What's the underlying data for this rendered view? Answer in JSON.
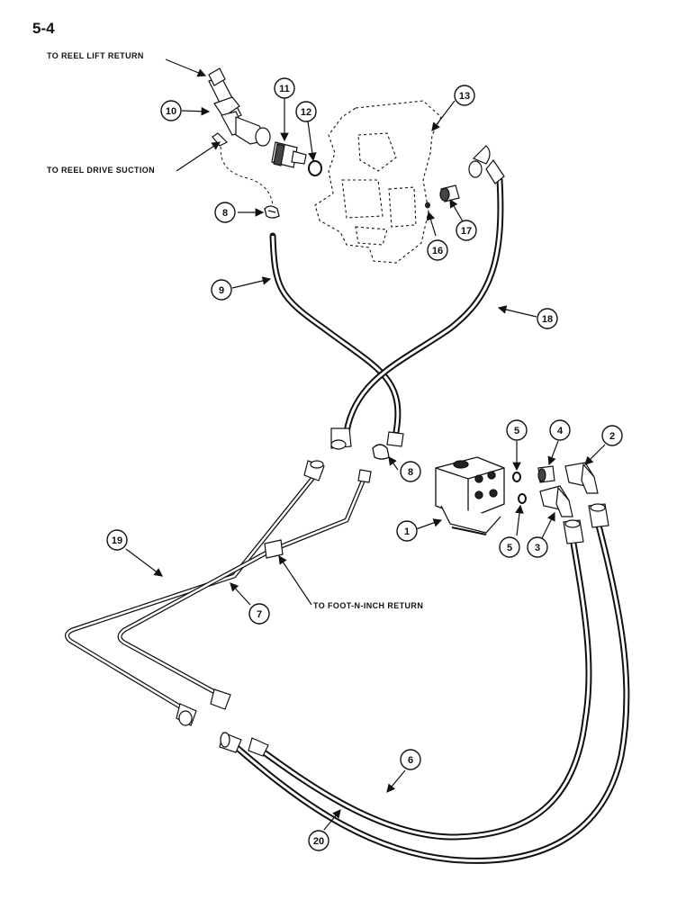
{
  "page_number": "5-4",
  "callouts": {
    "reel_lift_return": "TO REEL LIFT RETURN",
    "reel_drive_suction": "TO REEL DRIVE SUCTION",
    "foot_n_inch_return": "TO FOOT-N-INCH RETURN"
  },
  "part_tags": [
    {
      "id": "tag-1",
      "label": "1"
    },
    {
      "id": "tag-2",
      "label": "2"
    },
    {
      "id": "tag-3",
      "label": "3"
    },
    {
      "id": "tag-4",
      "label": "4"
    },
    {
      "id": "tag-5a",
      "label": "5"
    },
    {
      "id": "tag-5b",
      "label": "5"
    },
    {
      "id": "tag-6",
      "label": "6"
    },
    {
      "id": "tag-7",
      "label": "7"
    },
    {
      "id": "tag-8a",
      "label": "8"
    },
    {
      "id": "tag-8b",
      "label": "8"
    },
    {
      "id": "tag-9",
      "label": "9"
    },
    {
      "id": "tag-10",
      "label": "10"
    },
    {
      "id": "tag-11",
      "label": "11"
    },
    {
      "id": "tag-12",
      "label": "12"
    },
    {
      "id": "tag-13",
      "label": "13"
    },
    {
      "id": "tag-16",
      "label": "16"
    },
    {
      "id": "tag-17",
      "label": "17"
    },
    {
      "id": "tag-18",
      "label": "18"
    },
    {
      "id": "tag-19",
      "label": "19"
    },
    {
      "id": "tag-20",
      "label": "20"
    }
  ],
  "colors": {
    "ink": "#111111",
    "paper": "#ffffff"
  }
}
